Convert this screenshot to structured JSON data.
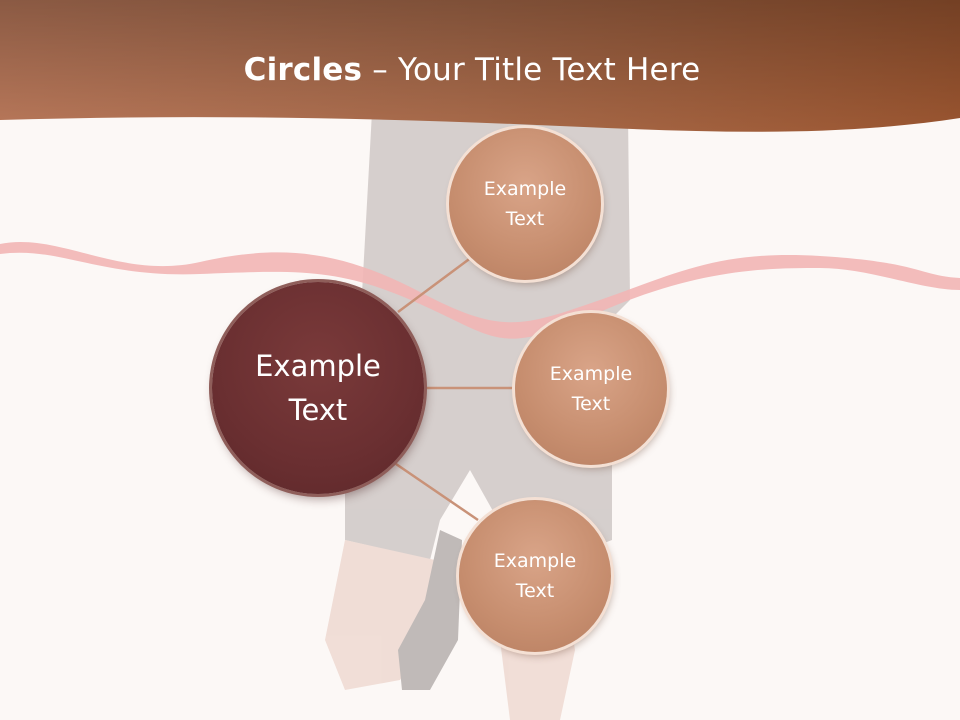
{
  "title": {
    "bold": "Circles",
    "rest": " – Your Title Text Here"
  },
  "center_circle": {
    "label": "Example\nText"
  },
  "satellites": [
    {
      "label": "Example\nText"
    },
    {
      "label": "Example\nText"
    },
    {
      "label": "Example\nText"
    }
  ],
  "colors": {
    "header": "#a8643f",
    "center": "#6a2f31",
    "satellite": "#c98f70",
    "connector": "#c99278",
    "ribbon": "#f2b5b5"
  }
}
